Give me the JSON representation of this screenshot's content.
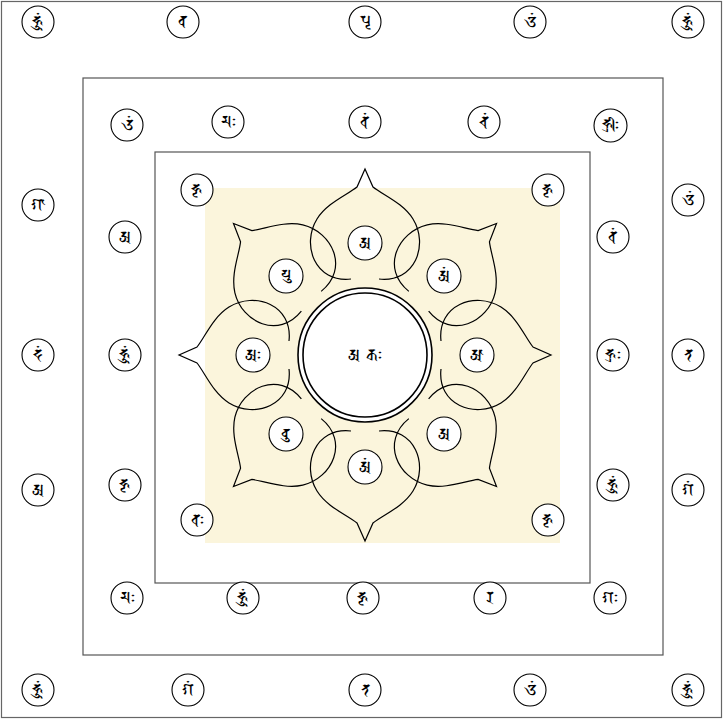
{
  "diagram": {
    "nodes": [
      {
        "text": [
          "𑖮𑖳𑖽"
        ]
      },
      {
        "text": [
          "𑖤"
        ]
      },
      {
        "text": [
          "𑖢𑖴"
        ]
      },
      {
        "text": [
          "𑖌𑖽"
        ]
      },
      {
        "text": [
          "𑖮𑖳𑖽"
        ]
      },
      {
        "text": [
          "𑖄𑖽"
        ]
      },
      {
        "text": [
          "𑖦𑖾"
        ]
      },
      {
        "text": [
          "𑖪𑖽"
        ]
      },
      {
        "text": [
          "𑖓𑖽"
        ]
      },
      {
        "text": [
          "𑖮𑖿𑖨𑖱𑖾"
        ]
      },
      {
        "text": [
          "𑖮𑖴"
        ]
      },
      {
        "text": [
          "𑖮𑖴"
        ]
      },
      {
        "text": [
          "𑖌𑖽"
        ]
      },
      {
        "text": [
          "𑖐𑖯"
        ]
      },
      {
        "text": [
          "𑖀"
        ]
      },
      {
        "text": [
          "𑖪𑖽"
        ]
      },
      {
        "text": [
          "𑖀"
        ]
      },
      {
        "text": [
          "𑖧𑖲"
        ]
      },
      {
        "text": [
          "𑖀𑖽"
        ]
      },
      {
        "text": [
          "𑖟𑖽"
        ]
      },
      {
        "text": [
          "𑖮𑖳𑖽"
        ]
      },
      {
        "text": [
          "𑖀𑖾"
        ]
      },
      {
        "text": [
          "𑖀 𑖎𑖾"
        ]
      },
      {
        "text": [
          "𑖁"
        ]
      },
      {
        "text": [
          "𑖮𑖿𑖨𑖾"
        ]
      },
      {
        "text": [
          "𑖝"
        ]
      },
      {
        "text": [
          "𑖤𑖲"
        ]
      },
      {
        "text": [
          "𑖀"
        ]
      },
      {
        "text": [
          "𑖀𑖽"
        ]
      },
      {
        "text": [
          "𑖀"
        ]
      },
      {
        "text": [
          "𑖮𑖴"
        ]
      },
      {
        "text": [
          "𑖮𑖳𑖽"
        ]
      },
      {
        "text": [
          "𑖐𑖽"
        ]
      },
      {
        "text": [
          "𑖪𑖾"
        ]
      },
      {
        "text": [
          "𑖮𑖴"
        ]
      },
      {
        "text": [
          "𑖦𑖾"
        ]
      },
      {
        "text": [
          "𑖮𑖳𑖽"
        ]
      },
      {
        "text": [
          "𑖮𑖴"
        ]
      },
      {
        "text": [
          "𑖨"
        ]
      },
      {
        "text": [
          "𑖐𑖾"
        ]
      },
      {
        "text": [
          "𑖮𑖳𑖽"
        ]
      },
      {
        "text": [
          "𑖐𑖽"
        ]
      },
      {
        "text": [
          "𑖝"
        ]
      },
      {
        "text": [
          "𑖌𑖽"
        ]
      },
      {
        "text": [
          "𑖮𑖳𑖽"
        ]
      }
    ]
  }
}
